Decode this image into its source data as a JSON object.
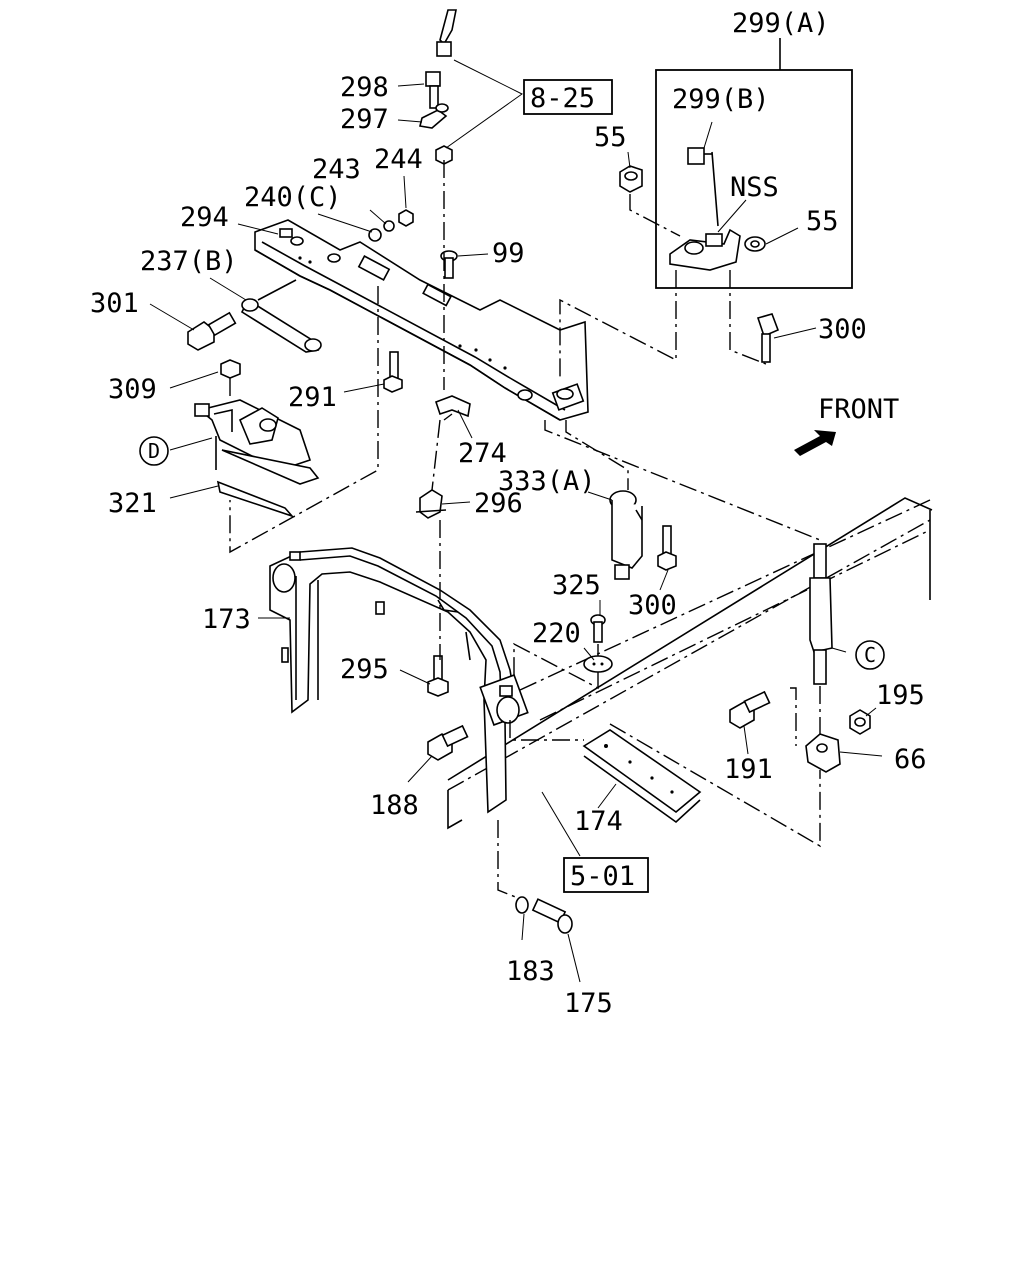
{
  "labels": {
    "l299a": "299(A)",
    "l299b": "299(B)",
    "l298": "298",
    "l297": "297",
    "l244": "244",
    "l243": "243",
    "l240c": "240(C)",
    "l294": "294",
    "l99": "99",
    "l237b": "237(B)",
    "l301": "301",
    "l309": "309",
    "l291": "291",
    "l274": "274",
    "l321": "321",
    "l296": "296",
    "l333a": "333(A)",
    "l325": "325",
    "l300a": "300",
    "l300b": "300",
    "l220": "220",
    "l173": "173",
    "l295": "295",
    "l188": "188",
    "l174": "174",
    "l191": "191",
    "l195": "195",
    "l66": "66",
    "l183": "183",
    "l175": "175",
    "l55a": "55",
    "l55b": "55",
    "nss": "NSS",
    "front": "FRONT"
  },
  "refs": {
    "r825": "8-25",
    "r501": "5-01"
  },
  "callouts": {
    "c": "C",
    "d": "D"
  }
}
